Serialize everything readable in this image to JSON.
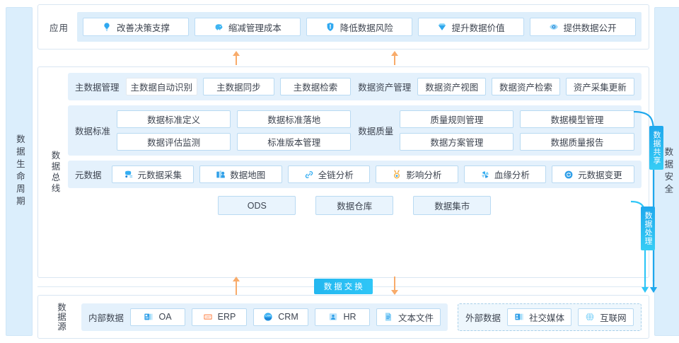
{
  "left_rail": {
    "label": "数据生命周期"
  },
  "right_rail": {
    "label": "数据安全"
  },
  "application": {
    "row_label": "应用",
    "items": [
      {
        "label": "改善决策支撑",
        "icon": "lightbulb-icon"
      },
      {
        "label": "缩减管理成本",
        "icon": "piggybank-icon"
      },
      {
        "label": "降低数据风险",
        "icon": "shield-icon"
      },
      {
        "label": "提升数据价值",
        "icon": "diamond-icon"
      },
      {
        "label": "提供数据公开",
        "icon": "eye-icon"
      }
    ]
  },
  "bus": {
    "label": "数据总线",
    "master_data": {
      "title": "主数据管理",
      "buttons": [
        "主数据自动识别",
        "主数据同步",
        "主数据检索"
      ]
    },
    "data_asset": {
      "title": "数据资产管理",
      "buttons": [
        "数据资产视图",
        "数据资产检索",
        "资产采集更新"
      ]
    },
    "data_standard": {
      "title": "数据标准",
      "buttons": [
        "数据标准定义",
        "数据标准落地",
        "数据评估监测",
        "标准版本管理"
      ]
    },
    "data_quality": {
      "title": "数据质量",
      "buttons": [
        "质量规则管理",
        "数据模型管理",
        "数据方案管理",
        "数据质量报告"
      ]
    },
    "metadata": {
      "title": "元数据",
      "buttons": [
        {
          "label": "元数据采集",
          "icon": "database-icon"
        },
        {
          "label": "数据地图",
          "icon": "map-icon"
        },
        {
          "label": "全链分析",
          "icon": "link-icon"
        },
        {
          "label": "影响分析",
          "icon": "medal-icon"
        },
        {
          "label": "血缘分析",
          "icon": "pinwheel-icon"
        },
        {
          "label": "元数据变更",
          "icon": "refresh-icon"
        }
      ]
    }
  },
  "storage": {
    "items": [
      "ODS",
      "数据仓库",
      "数据集市"
    ]
  },
  "exchange": {
    "label": "数据交换"
  },
  "data_source": {
    "row_label": "数据源",
    "internal": {
      "title": "内部数据",
      "items": [
        {
          "label": "OA",
          "icon": "oa-icon"
        },
        {
          "label": "ERP",
          "icon": "erp-icon"
        },
        {
          "label": "CRM",
          "icon": "crm-icon"
        },
        {
          "label": "HR",
          "icon": "hr-icon"
        },
        {
          "label": "文本文件",
          "icon": "document-icon"
        }
      ]
    },
    "external": {
      "title": "外部数据",
      "items": [
        {
          "label": "社交媒体",
          "icon": "social-icon"
        },
        {
          "label": "互联网",
          "icon": "globe-icon"
        }
      ]
    }
  },
  "flow_tags": {
    "share": "数据共享",
    "process": "数据处理"
  },
  "colors": {
    "accent_blue": "#2fc6f7",
    "arrow_orange": "#f8ab6a",
    "band_bg": "#e4f1fc",
    "rail_bg": "#dbeefc",
    "border": "#b9daf2"
  }
}
